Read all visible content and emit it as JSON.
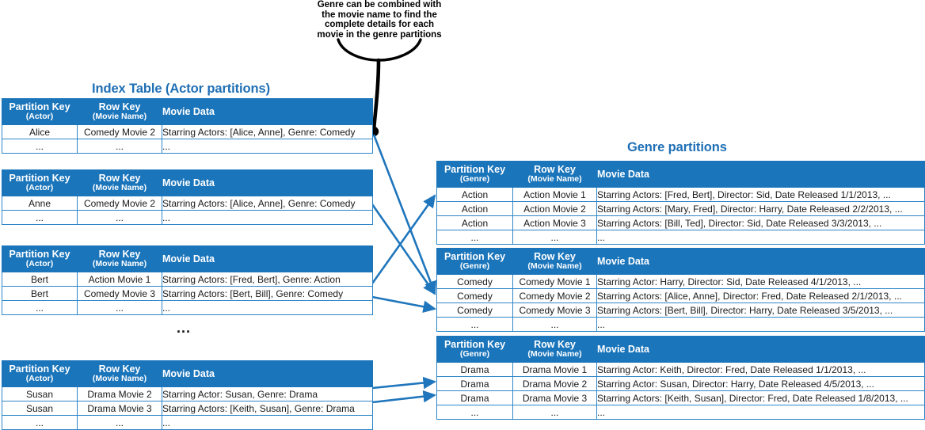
{
  "callout": {
    "text": "Genre can be combined with the movie name to find the complete details for each movie in the genre partitions"
  },
  "left_section": {
    "title": "Index Table (Actor partitions)",
    "ellipsis_separator": "...",
    "columns": [
      {
        "main": "Partition Key",
        "sub": "(Actor)"
      },
      {
        "main": "Row Key",
        "sub": "(Movie Name)"
      },
      {
        "main": "Movie Data",
        "sub": ""
      }
    ],
    "tables": [
      {
        "name": "actor-partition-alice",
        "rows": [
          [
            "Alice",
            "Comedy Movie 2",
            "Starring Actors: [Alice, Anne], Genre: Comedy"
          ],
          [
            "...",
            "...",
            "..."
          ]
        ]
      },
      {
        "name": "actor-partition-anne",
        "rows": [
          [
            "Anne",
            "Comedy Movie 2",
            "Starring Actors: [Alice, Anne], Genre: Comedy"
          ],
          [
            "...",
            "...",
            "..."
          ]
        ]
      },
      {
        "name": "actor-partition-bert",
        "rows": [
          [
            "Bert",
            "Action Movie 1",
            "Starring Actors: [Fred, Bert], Genre: Action"
          ],
          [
            "Bert",
            "Comedy Movie 3",
            "Starring Actors: [Bert, Bill], Genre: Comedy"
          ],
          [
            "...",
            "...",
            "..."
          ]
        ]
      },
      {
        "name": "actor-partition-susan",
        "rows": [
          [
            "Susan",
            "Drama Movie 2",
            "Starring Actor: Susan, Genre: Drama"
          ],
          [
            "Susan",
            "Drama Movie 3",
            "Starring Actors: [Keith, Susan], Genre: Drama"
          ],
          [
            "...",
            "...",
            "..."
          ]
        ]
      }
    ]
  },
  "right_section": {
    "title": "Genre partitions",
    "columns": [
      {
        "main": "Partition Key",
        "sub": "(Genre)"
      },
      {
        "main": "Row Key",
        "sub": "(Movie Name)"
      },
      {
        "main": "Movie Data",
        "sub": ""
      }
    ],
    "tables": [
      {
        "name": "genre-partition-action",
        "rows": [
          [
            "Action",
            "Action Movie 1",
            "Starring Actors: [Fred, Bert], Director: Sid, Date Released 1/1/2013, ..."
          ],
          [
            "Action",
            "Action Movie 2",
            "Starring Actors: [Mary, Fred], Director: Harry, Date Released 2/2/2013, ..."
          ],
          [
            "Action",
            "Action Movie 3",
            "Starring Actors: [Bill, Ted], Director: Sid, Date Released 3/3/2013, ..."
          ],
          [
            "...",
            "...",
            "..."
          ]
        ]
      },
      {
        "name": "genre-partition-comedy",
        "rows": [
          [
            "Comedy",
            "Comedy Movie 1",
            "Starring Actor: Harry, Director: Sid, Date Released 4/1/2013, ..."
          ],
          [
            "Comedy",
            "Comedy Movie 2",
            "Starring Actors: [Alice, Anne], Director: Fred, Date Released 2/1/2013, ..."
          ],
          [
            "Comedy",
            "Comedy Movie 3",
            "Starring Actors: [Bert, Bill], Director: Harry, Date Released 3/5/2013, ..."
          ],
          [
            "...",
            "...",
            "..."
          ]
        ]
      },
      {
        "name": "genre-partition-drama",
        "rows": [
          [
            "Drama",
            "Drama Movie 1",
            "Starring Actor: Keith, Director: Fred, Date Released 1/1/2013, ..."
          ],
          [
            "Drama",
            "Drama Movie 2",
            "Starring Actor: Susan, Director: Harry, Date Released 4/5/2013, ..."
          ],
          [
            "Drama",
            "Drama Movie 3",
            "Starring Actors: [Keith, Susan], Director: Fred, Date Released 1/8/2013, ..."
          ],
          [
            "...",
            "...",
            "..."
          ]
        ]
      }
    ]
  },
  "colors": {
    "header_blue": "#1B75BB",
    "border_blue": "#2E86C8",
    "title_blue": "#1F6FB5",
    "arrow_blue": "#1F76BC",
    "callout_black": "#000000"
  }
}
